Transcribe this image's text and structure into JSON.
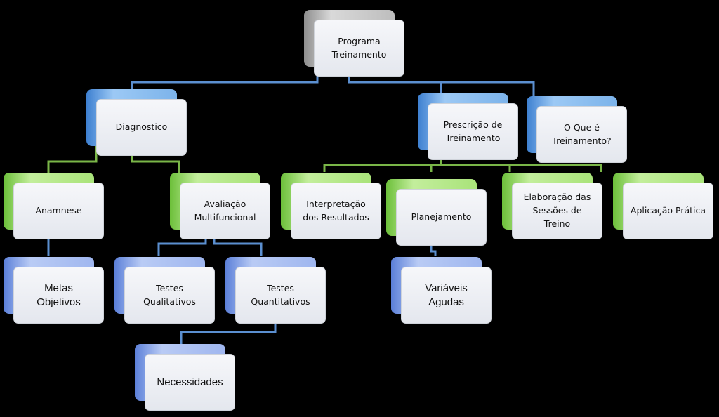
{
  "nodes": {
    "programa": "Programa\nTreinamento",
    "diagnostico": "Diagnostico",
    "prescricao": "Prescrição de\nTreinamento",
    "oque": "O Que é\nTreinamento?",
    "anamnese": "Anamnese",
    "avaliacao": "Avaliação\nMultifuncional",
    "interpretacao": "Interpretação\ndos Resultados",
    "planejamento": "Planejamento",
    "elaboracao": "Elaboração das\nSessões de\nTreino",
    "aplicacao": "Aplicação Prática",
    "metas": "Metas\nObjetivos",
    "qualitativos": "Testes\nQualitativos",
    "quantitativos": "Testes\nQuantitativos",
    "variaveis": "Variáveis\nAgudas",
    "necessidades": "Necessidades"
  },
  "colors": {
    "blue_line": "#5b8fd0",
    "green_line": "#7ab648",
    "background": "#000000"
  }
}
